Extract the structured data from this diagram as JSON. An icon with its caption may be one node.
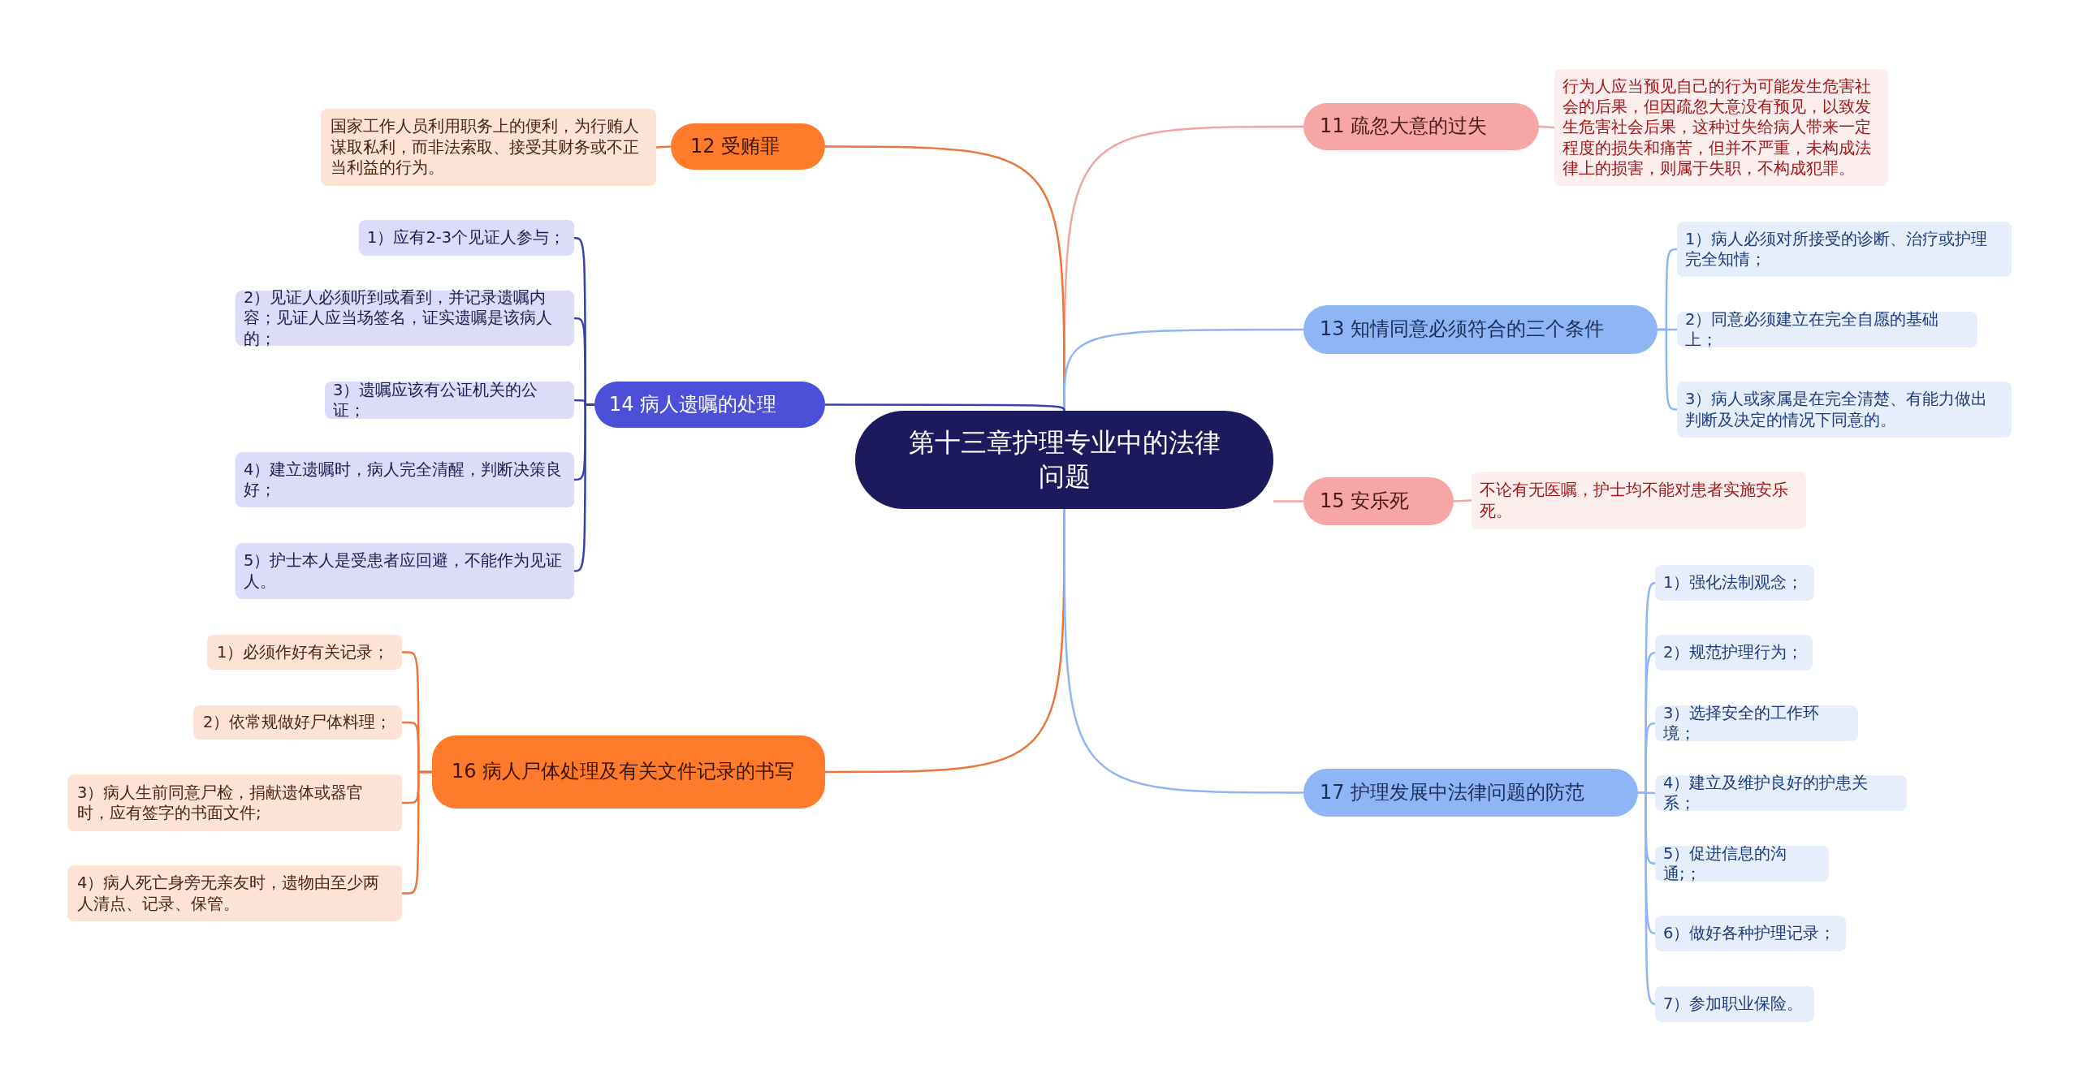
{
  "diagram": {
    "nodes": [
      {
        "text": [
          "第十三章护理专业中的法律问题"
        ]
      },
      {
        "text": [
          "11 疏忽大意的过失"
        ]
      },
      {
        "text": [
          "行为人应当预见自己的行为可能发生危害社会的后果，但因疏忽大意没有预见，以致发生危害社会后果，这种过失给病人带来一定程度的损失和痛苦，但并不严重，未构成法律上的损害，则属于失职，不构成犯罪。"
        ]
      },
      {
        "text": [
          "12 受贿罪"
        ]
      },
      {
        "text": [
          "国家工作人员利用职务上的便利，为行贿人谋取私利，而非法索取、接受其财务或不正当利益的行为。"
        ]
      },
      {
        "text": [
          "13 知情同意必须符合的三个条件"
        ]
      },
      {
        "text": [
          "1）病人必须对所接受的诊断、治疗或护理完全知情；"
        ]
      },
      {
        "text": [
          "2）同意必须建立在完全自愿的基础上；"
        ]
      },
      {
        "text": [
          "3）病人或家属是在完全清楚、有能力做出判断及决定的情况下同意的。"
        ]
      },
      {
        "text": [
          "14 病人遗嘱的处理"
        ]
      },
      {
        "text": [
          "1）应有2-3个见证人参与；"
        ]
      },
      {
        "text": [
          "2）见证人必须听到或看到，并记录遗嘱内容；见证人应当场签名，证实遗嘱是该病人的；"
        ]
      },
      {
        "text": [
          "3）遗嘱应该有公证机关的公证；"
        ]
      },
      {
        "text": [
          "4）建立遗嘱时，病人完全清醒，判断决策良好；"
        ]
      },
      {
        "text": [
          "5）护士本人是受患者应回避，不能作为见证人。"
        ]
      },
      {
        "text": [
          "15 安乐死"
        ]
      },
      {
        "text": [
          "不论有无医嘱，护士均不能对患者实施安乐死。"
        ]
      },
      {
        "text": [
          "16 病人尸体处理及有关文件记录的书写"
        ]
      },
      {
        "text": [
          "1）必须作好有关记录；"
        ]
      },
      {
        "text": [
          "2）依常规做好尸体料理；"
        ]
      },
      {
        "text": [
          "3）病人生前同意尸检，捐献遗体或器官时，应有签字的书面文件;"
        ]
      },
      {
        "text": [
          "4）病人死亡身旁无亲友时，遗物由至少两人清点、记录、保管。"
        ]
      },
      {
        "text": [
          "17 护理发展中法律问题的防范"
        ]
      },
      {
        "text": [
          "1）强化法制观念；"
        ]
      },
      {
        "text": [
          "2）规范护理行为；"
        ]
      },
      {
        "text": [
          "3）选择安全的工作环境；"
        ]
      },
      {
        "text": [
          "4）建立及维护良好的护患关系；"
        ]
      },
      {
        "text": [
          "5）促进信息的沟通;；"
        ]
      },
      {
        "text": [
          "6）做好各种护理记录；"
        ]
      },
      {
        "text": [
          "7）参加职业保险。"
        ]
      }
    ],
    "edges": [
      {
        "from": 0,
        "to": 1,
        "arrow": "none",
        "color": "#f2a3a3"
      },
      {
        "from": 1,
        "to": 2,
        "arrow": "none",
        "color": "#f2a3a3"
      },
      {
        "from": 0,
        "to": 3,
        "arrow": "none",
        "color": "#e8773a"
      },
      {
        "from": 3,
        "to": 4,
        "arrow": "none",
        "color": "#e8773a"
      },
      {
        "from": 0,
        "to": 5,
        "arrow": "none"
      },
      {
        "from": 5,
        "to": 6,
        "arrow": "none"
      },
      {
        "from": 5,
        "to": 7,
        "arrow": "none"
      },
      {
        "from": 5,
        "to": 8,
        "arrow": "none"
      },
      {
        "from": 0,
        "to": 9,
        "arrow": "none",
        "color": "#3a3fb0"
      },
      {
        "from": 9,
        "to": 10,
        "arrow": "none",
        "color": "#3a3fb0"
      },
      {
        "from": 9,
        "to": 11,
        "arrow": "none",
        "color": "#3a3fb0"
      },
      {
        "from": 9,
        "to": 12,
        "arrow": "none",
        "color": "#3a3fb0"
      },
      {
        "from": 9,
        "to": 13,
        "arrow": "none",
        "color": "#3a3fb0"
      },
      {
        "from": 9,
        "to": 14,
        "arrow": "none",
        "color": "#3a3fb0"
      },
      {
        "from": 0,
        "to": 15,
        "arrow": "none",
        "color": "#f2a3a3"
      },
      {
        "from": 15,
        "to": 16,
        "arrow": "none",
        "color": "#f2a3a3"
      },
      {
        "from": 0,
        "to": 17,
        "arrow": "none",
        "color": "#e8773a"
      },
      {
        "from": 17,
        "to": 18,
        "arrow": "none",
        "color": "#e8773a"
      },
      {
        "from": 17,
        "to": 19,
        "arrow": "none",
        "color": "#e8773a"
      },
      {
        "from": 17,
        "to": 20,
        "arrow": "none",
        "color": "#e8773a"
      },
      {
        "from": 17,
        "to": 21,
        "arrow": "none",
        "color": "#e8773a"
      },
      {
        "from": 0,
        "to": 22,
        "arrow": "none"
      },
      {
        "from": 22,
        "to": 23,
        "arrow": "none"
      },
      {
        "from": 22,
        "to": 24,
        "arrow": "none"
      },
      {
        "from": 22,
        "to": 25,
        "arrow": "none"
      },
      {
        "from": 22,
        "to": 26,
        "arrow": "none"
      },
      {
        "from": 22,
        "to": 27,
        "arrow": "none"
      },
      {
        "from": 22,
        "to": 28,
        "arrow": "none"
      },
      {
        "from": 22,
        "to": 29,
        "arrow": "none"
      }
    ]
  }
}
